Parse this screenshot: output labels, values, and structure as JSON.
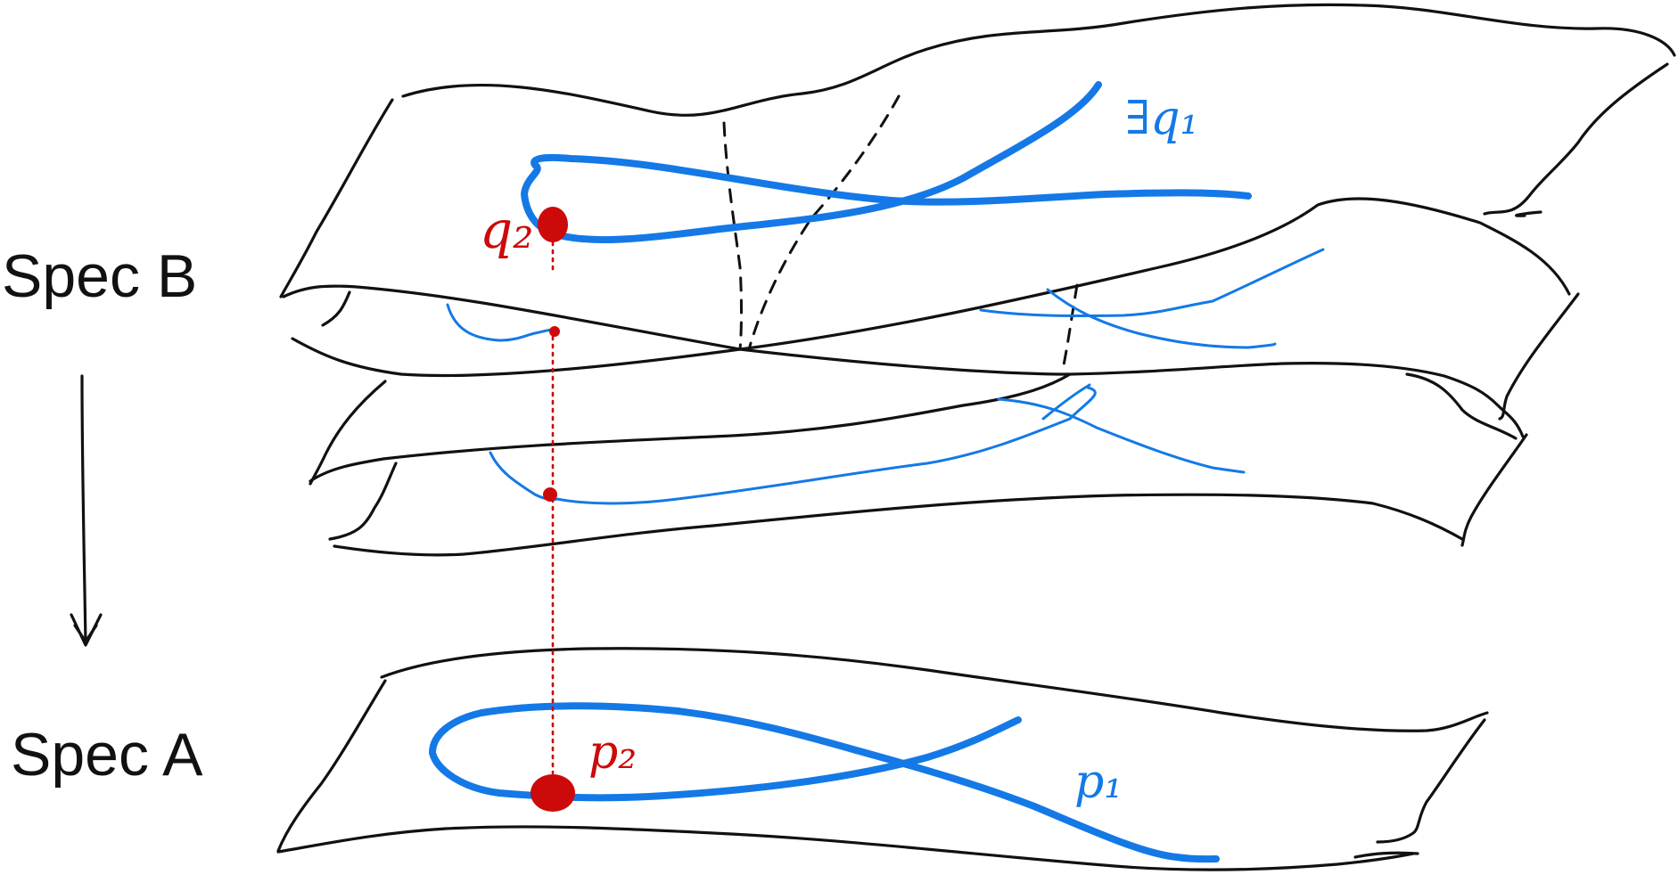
{
  "labels": {
    "spec_b": "Spec B",
    "spec_a": "Spec A",
    "exists_q1": "∃q₁",
    "q2": "q₂",
    "p2": "p₂",
    "p1": "p₁"
  },
  "colors": {
    "sheet": "#111111",
    "curve": "#1479e6",
    "point": "#cc0a0a"
  }
}
